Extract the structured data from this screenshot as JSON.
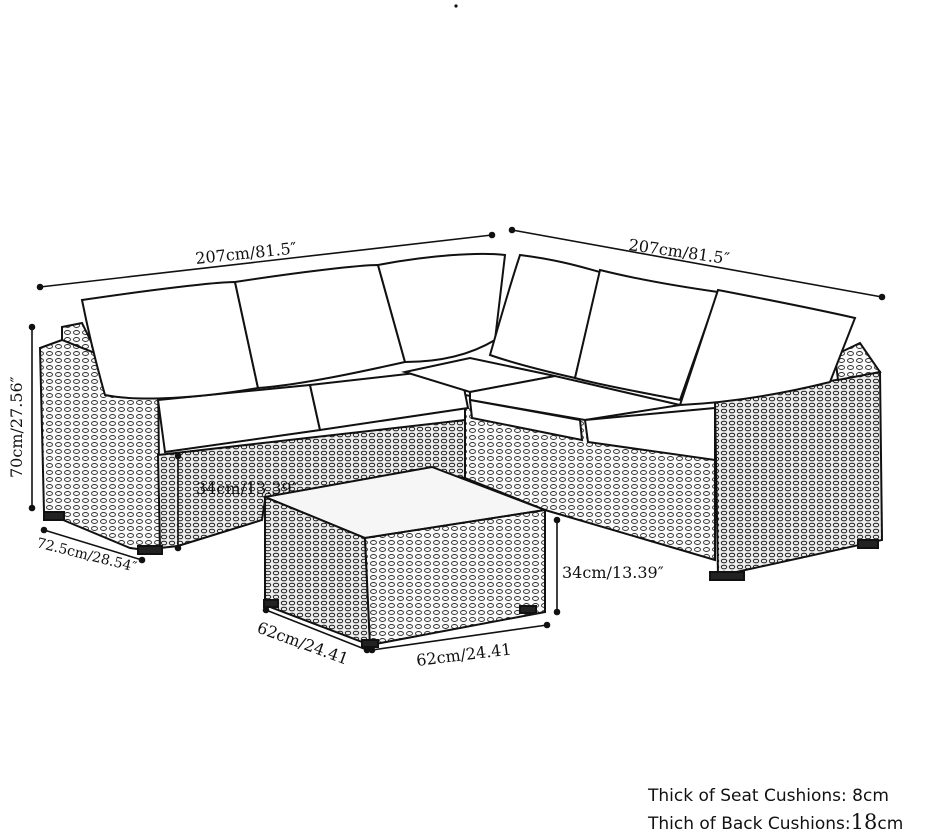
{
  "diagram": {
    "subject": "sectional-sofa-with-coffee-table",
    "ink_color": "#111111",
    "background_color": "#ffffff"
  },
  "dimensions": {
    "sofa_left_width": "207cm/81.5″",
    "sofa_right_width": "207cm/81.5″",
    "sofa_height": "70cm/27.56″",
    "sofa_depth": "72.5cm/28.54″",
    "seat_height": "34cm/13.39″",
    "table_height": "34cm/13.39″",
    "table_depth": "62cm/24.41",
    "table_width": "62cm/24.41"
  },
  "notes": {
    "seat_cushion_label": "Thick of Seat Cushions: 8cm",
    "back_cushion_label": "Thich of Back Cushions:",
    "back_cushion_value": "18",
    "back_cushion_unit": "cm"
  }
}
